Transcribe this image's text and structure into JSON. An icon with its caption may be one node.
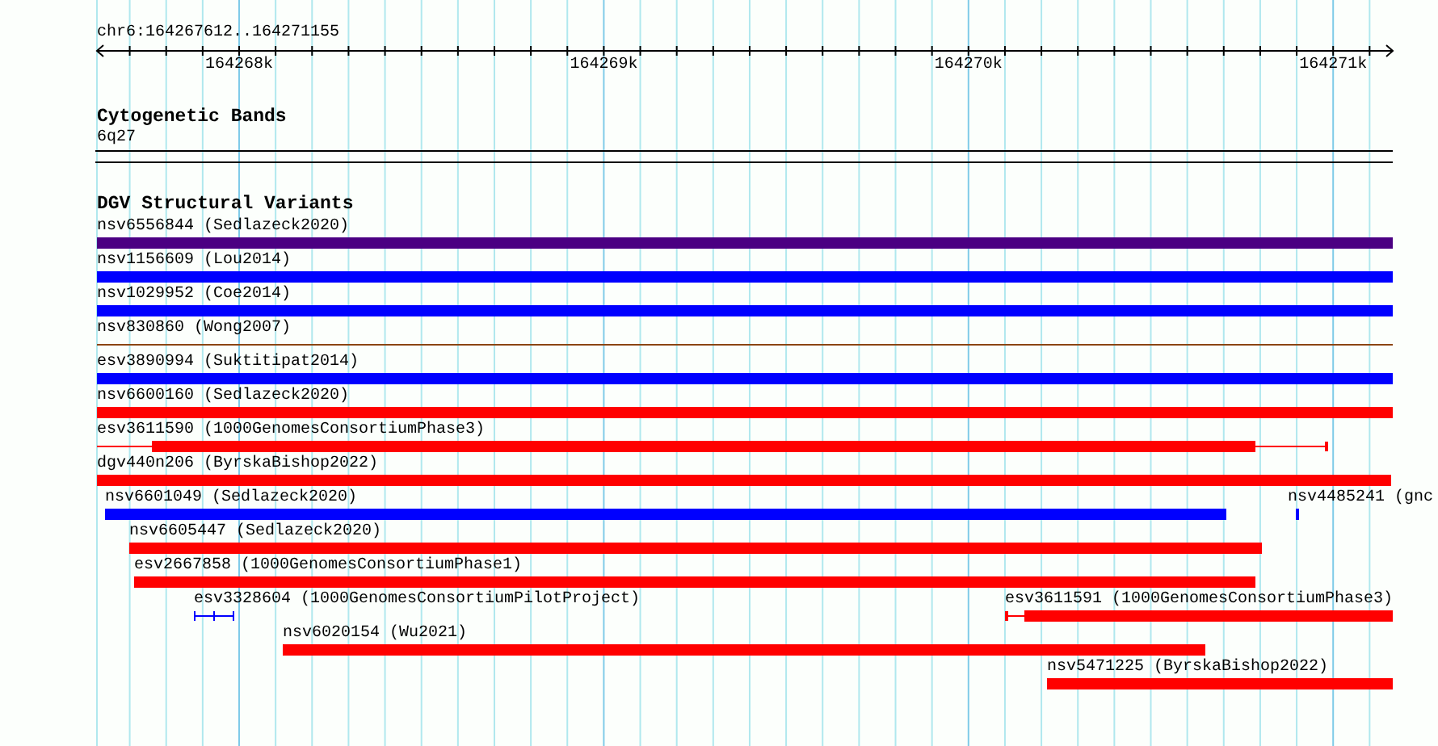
{
  "diagram": {
    "nodes": [
      {
        "text": [
          "nsv6556844 (Sedlazeck2020)"
        ]
      },
      {
        "text": [
          "nsv1156609 (Lou2014)"
        ]
      },
      {
        "text": [
          "nsv1029952 (Coe2014)"
        ]
      },
      {
        "text": [
          "nsv830860 (Wong2007)"
        ]
      },
      {
        "text": [
          "esv3890994 (Suktitipat2014)"
        ]
      },
      {
        "text": [
          "nsv6600160 (Sedlazeck2020)"
        ]
      },
      {
        "text": [
          "esv3611590 (1000GenomesConsortiumPhase3)"
        ]
      },
      {
        "text": [
          "dgv440n206 (ByrskaBishop2022)"
        ]
      },
      {
        "text": [
          "nsv6601049 (Sedlazeck2020)"
        ]
      },
      {
        "text": [
          "nsv4485241 (gnc"
        ]
      },
      {
        "text": [
          "nsv6605447 (Sedlazeck2020)"
        ]
      },
      {
        "text": [
          "esv2667858 (1000GenomesConsortiumPhase1)"
        ]
      },
      {
        "text": [
          "esv3328604 (1000GenomesConsortiumPilotProject)"
        ]
      },
      {
        "text": [
          "esv3611591 (1000GenomesConsortiumPhase3)"
        ]
      },
      {
        "text": [
          "nsv6020154 (Wu2021)"
        ]
      },
      {
        "text": [
          "nsv5471225 (ByrskaBishop2022)"
        ]
      }
    ],
    "labels": [
      "chr6:164267612..164271155",
      "164268k",
      "164269k",
      "164270k",
      "164271k",
      "Cytogenetic Bands",
      "6q27",
      "DGV Structural Variants"
    ]
  }
}
